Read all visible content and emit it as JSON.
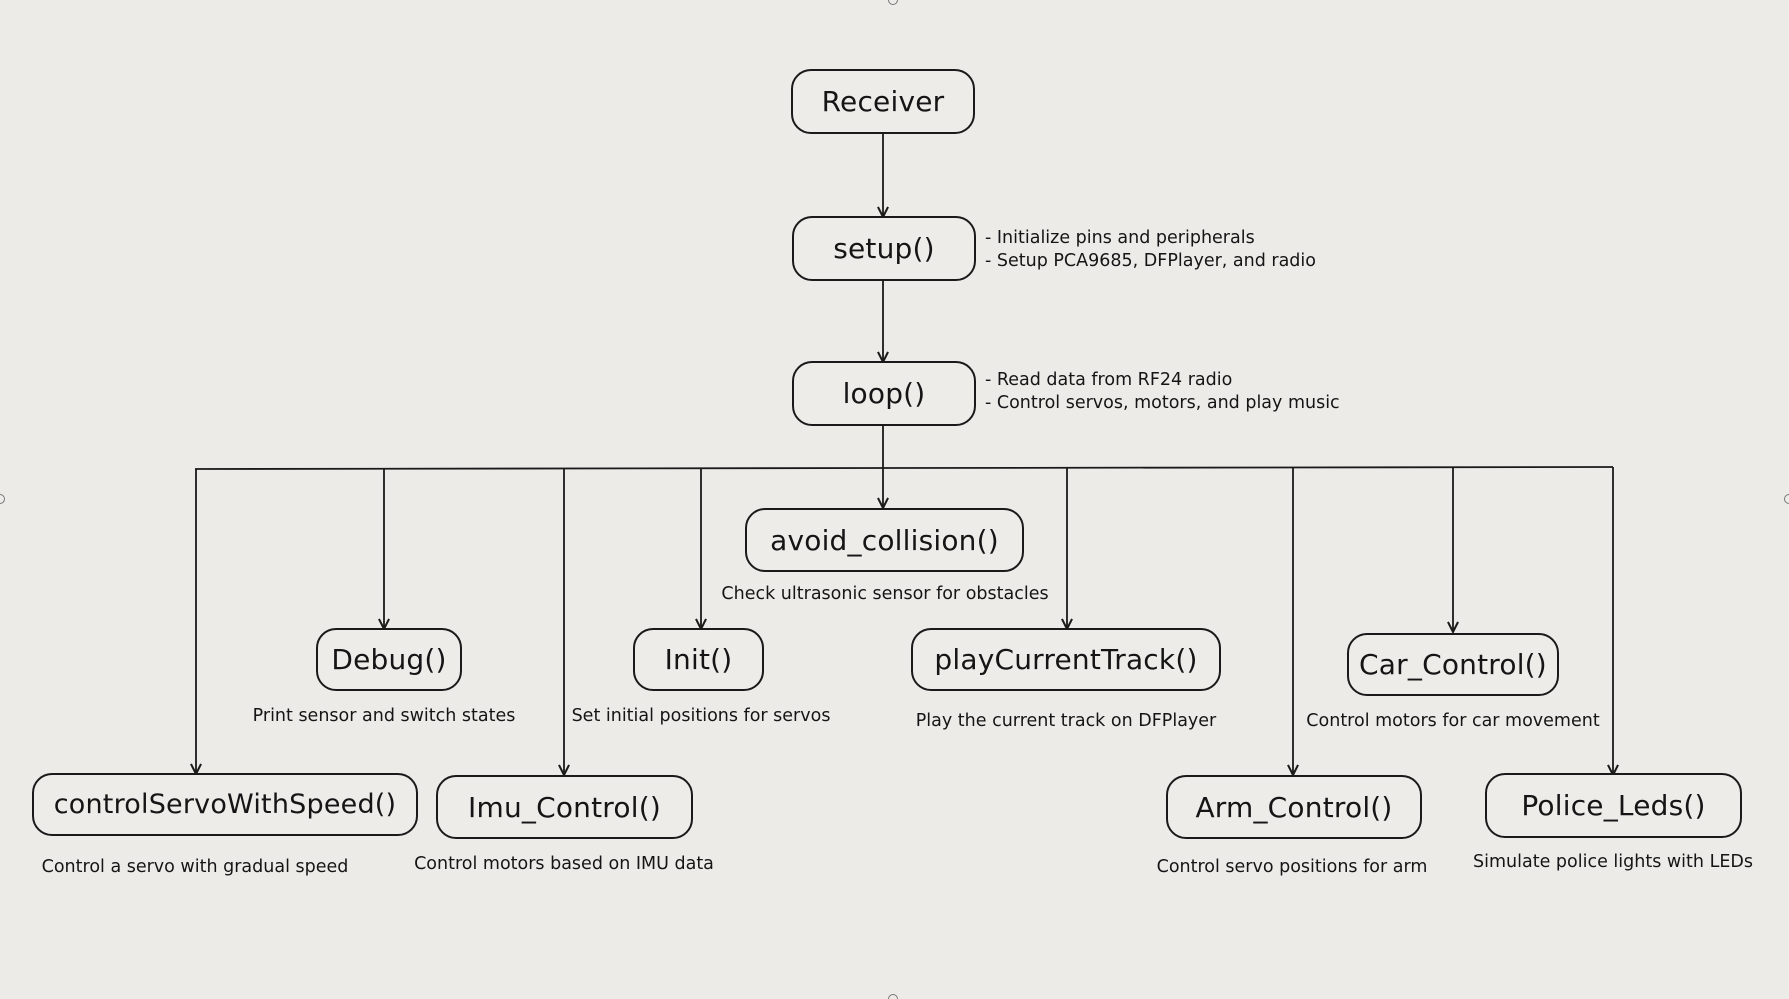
{
  "nodes": {
    "receiver": "Receiver",
    "setup": "setup()",
    "loop": "loop()",
    "avoid_collision": "avoid_collision()",
    "debug": "Debug()",
    "init": "Init()",
    "play_current_track": "playCurrentTrack()",
    "car_control": "Car_Control()",
    "control_servo_with_speed": "controlServoWithSpeed()",
    "imu_control": "Imu_Control()",
    "arm_control": "Arm_Control()",
    "police_leds": "Police_Leds()"
  },
  "notes": {
    "setup": [
      "- Initialize pins and peripherals",
      "- Setup PCA9685, DFPlayer, and radio"
    ],
    "loop": [
      "- Read data from RF24 radio",
      "- Control servos, motors, and play music"
    ]
  },
  "captions": {
    "avoid_collision": "Check ultrasonic sensor for obstacles",
    "debug": "Print sensor and switch states",
    "init": "Set initial positions for servos",
    "play_current_track": "Play the current track on DFPlayer",
    "car_control": "Control motors for car movement",
    "control_servo_with_speed": "Control a servo with gradual speed",
    "imu_control": "Control motors based on IMU data",
    "arm_control": "Control servo positions for arm",
    "police_leds": "Simulate police lights with LEDs"
  },
  "colors": {
    "background": "#ecebe8",
    "stroke": "#1a1a1a",
    "text": "#151515"
  }
}
